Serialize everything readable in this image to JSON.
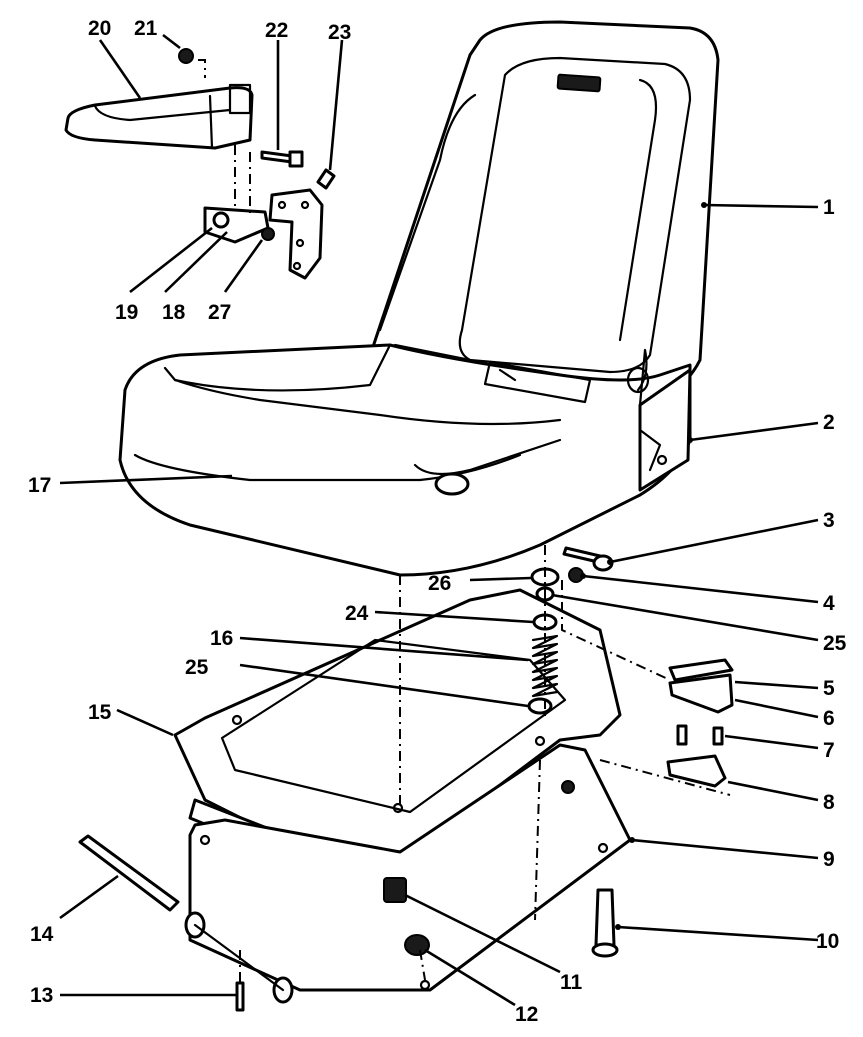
{
  "callouts": [
    {
      "id": "c1",
      "text": "1"
    },
    {
      "id": "c2",
      "text": "2"
    },
    {
      "id": "c3",
      "text": "3"
    },
    {
      "id": "c4",
      "text": "4"
    },
    {
      "id": "c5",
      "text": "5"
    },
    {
      "id": "c6",
      "text": "6"
    },
    {
      "id": "c7",
      "text": "7"
    },
    {
      "id": "c8",
      "text": "8"
    },
    {
      "id": "c9",
      "text": "9"
    },
    {
      "id": "c10",
      "text": "10"
    },
    {
      "id": "c11",
      "text": "11"
    },
    {
      "id": "c12",
      "text": "12"
    },
    {
      "id": "c13",
      "text": "13"
    },
    {
      "id": "c14",
      "text": "14"
    },
    {
      "id": "c15",
      "text": "15"
    },
    {
      "id": "c16",
      "text": "16"
    },
    {
      "id": "c17",
      "text": "17"
    },
    {
      "id": "c18",
      "text": "18"
    },
    {
      "id": "c19",
      "text": "19"
    },
    {
      "id": "c20",
      "text": "20"
    },
    {
      "id": "c21",
      "text": "21"
    },
    {
      "id": "c22",
      "text": "22"
    },
    {
      "id": "c23",
      "text": "23"
    },
    {
      "id": "c24",
      "text": "24"
    },
    {
      "id": "c25a",
      "text": "25"
    },
    {
      "id": "c25b",
      "text": "25"
    },
    {
      "id": "c26",
      "text": "26"
    },
    {
      "id": "c27",
      "text": "27"
    }
  ]
}
